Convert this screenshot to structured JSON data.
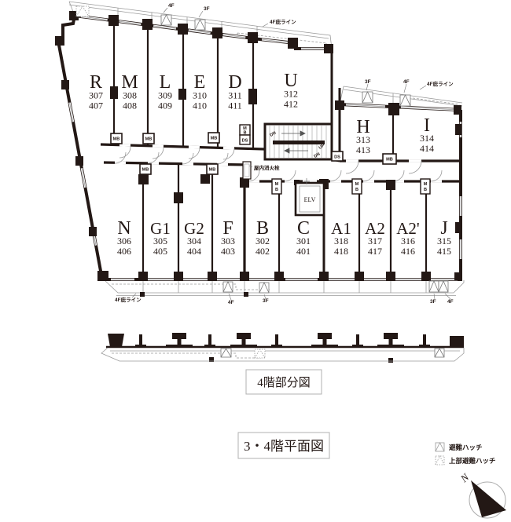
{
  "title": "3・4階平面図",
  "partial_plan_label": "4階部分図",
  "legend": {
    "evacuation_hatch": "避難ハッチ",
    "upper_evacuation_hatch": "上部避難ハッチ"
  },
  "compass_label": "N",
  "units": [
    {
      "name": "R",
      "room3": "307",
      "room4": "407"
    },
    {
      "name": "M",
      "room3": "308",
      "room4": "408"
    },
    {
      "name": "L",
      "room3": "309",
      "room4": "409"
    },
    {
      "name": "E",
      "room3": "310",
      "room4": "410"
    },
    {
      "name": "D",
      "room3": "311",
      "room4": "411"
    },
    {
      "name": "U",
      "room3": "312",
      "room4": "412"
    },
    {
      "name": "H",
      "room3": "313",
      "room4": "413"
    },
    {
      "name": "I",
      "room3": "314",
      "room4": "414"
    },
    {
      "name": "N",
      "room3": "306",
      "room4": "406"
    },
    {
      "name": "G1",
      "room3": "305",
      "room4": "405"
    },
    {
      "name": "G2",
      "room3": "304",
      "room4": "404"
    },
    {
      "name": "F",
      "room3": "303",
      "room4": "403"
    },
    {
      "name": "B",
      "room3": "302",
      "room4": "402"
    },
    {
      "name": "C",
      "room3": "301",
      "room4": "401"
    },
    {
      "name": "A1",
      "room3": "318",
      "room4": "418"
    },
    {
      "name": "A2",
      "room3": "317",
      "room4": "417"
    },
    {
      "name": "A2'",
      "room3": "316",
      "room4": "416"
    },
    {
      "name": "J",
      "room3": "315",
      "room4": "415"
    }
  ],
  "labels": {
    "mb": "MB",
    "m": "M",
    "b": "B",
    "ds": "DS",
    "elv": "ELV",
    "up": "UP",
    "dn": "DN",
    "fire_hydrant": "屋内消火栓",
    "f4": "4F",
    "f3": "3F",
    "eaves_4f": "4F庇ライン"
  }
}
